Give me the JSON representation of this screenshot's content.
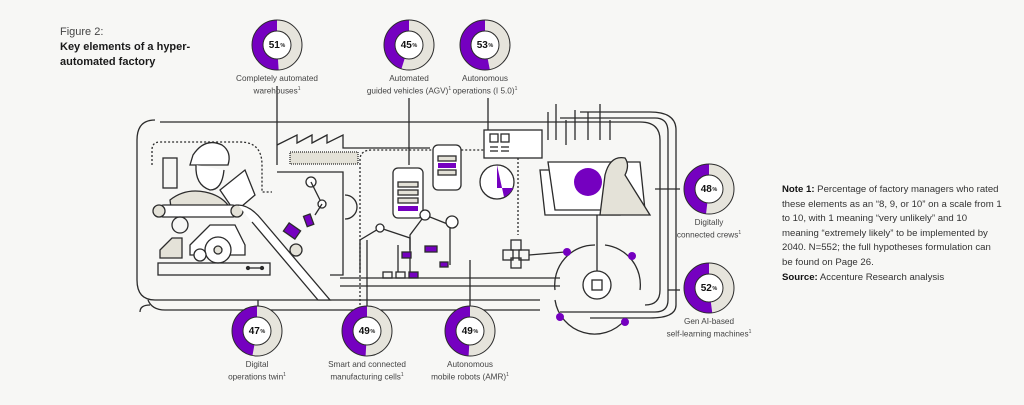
{
  "figure": {
    "label": "Figure 2:",
    "title": "Key elements of a hyper-automated factory"
  },
  "note": {
    "note_label": "Note 1:",
    "note_text": " Percentage of factory managers who rated these elements as an “8, 9, or 10” on a scale from 1 to 10, with 1 meaning “very unlikely” and 10 meaning “extremely likely” to be implemented by 2040. N=552; the full hypotheses formulation can be found on Page 26.",
    "source_label": "Source:",
    "source_text": " Accenture Research analysis"
  },
  "colors": {
    "accent": "#7500c0",
    "accent_dark": "#460073",
    "remainder": "#e6e4dc",
    "line": "#2b2b2b",
    "fill_beige": "#e4e2d8"
  },
  "chart_data": {
    "type": "donut-set",
    "title": "Key elements of a hyper-automated factory",
    "unit": "%",
    "items": [
      {
        "id": "warehouses",
        "label_line1": "Completely automated",
        "label_line2": "warehouses",
        "footnote": "1",
        "value": 51
      },
      {
        "id": "agv",
        "label_line1": "Automated",
        "label_line2": "guided vehicles (AGV)",
        "footnote": "1",
        "value": 45
      },
      {
        "id": "autonomous-ops",
        "label_line1": "Autonomous",
        "label_line2": "operations (I 5.0)",
        "footnote": "1",
        "value": 53
      },
      {
        "id": "connected-crews",
        "label_line1": "Digitally",
        "label_line2": "connected crews",
        "footnote": "1",
        "value": 48
      },
      {
        "id": "genai-machines",
        "label_line1": "Gen AI-based",
        "label_line2": "self-learning machines",
        "footnote": "1",
        "value": 52
      },
      {
        "id": "digital-twin",
        "label_line1": "Digital",
        "label_line2": "operations twin",
        "footnote": "1",
        "value": 47
      },
      {
        "id": "mfg-cells",
        "label_line1": "Smart and connected",
        "label_line2": "manufacturing cells",
        "footnote": "1",
        "value": 49
      },
      {
        "id": "amr",
        "label_line1": "Autonomous",
        "label_line2": "mobile robots (AMR)",
        "footnote": "1",
        "value": 49
      }
    ]
  }
}
